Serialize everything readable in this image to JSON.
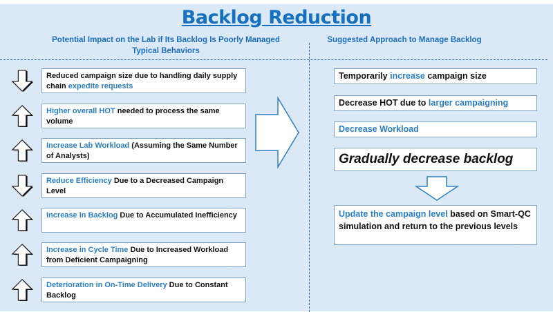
{
  "title": "Backlog Reduction",
  "left_header": {
    "line1": "Potential Impact on the Lab if Its Backlog Is Poorly Managed",
    "line2": "Typical Behaviors"
  },
  "right_header": "Suggested Approach to Manage Backlog",
  "impacts": [
    {
      "direction": "down",
      "pre": "",
      "hl": "",
      "post": "Reduced campaign size due to handling daily supply chain ",
      "hl2": "expedite requests"
    },
    {
      "direction": "up",
      "hl": "Higher overall HOT",
      "post": " needed to process the same volume"
    },
    {
      "direction": "up",
      "hl": "Increase Lab Workload",
      "post": " (Assuming the Same Number of Analysts)"
    },
    {
      "direction": "down",
      "hl": "Reduce Efficiency",
      "post": " Due to a Decreased Campaign Level"
    },
    {
      "direction": "up",
      "hl": "Increase in Backlog",
      "post": " Due to Accumulated Inefficiency"
    },
    {
      "direction": "up",
      "hl": "Increase in Cycle Time",
      "post": " Due to Increased Workload from Deficient Campaigning"
    },
    {
      "direction": "up",
      "hl": "Deterioration in On-Time Delivery",
      "post": " Due to Constant Backlog"
    }
  ],
  "approach": {
    "a1_pre": "Temporarily ",
    "a1_hl": "increase",
    "a1_post": " campaign size",
    "a2_pre": "Decrease HOT due to ",
    "a2_hl": "larger campaigning",
    "a3": "Decrease Workload",
    "a4": "Gradually decrease backlog",
    "a5_hl": "Update the campaign level",
    "a5_post": " based on Smart-QC simulation and return to the previous levels"
  },
  "colors": {
    "accent": "#2a7fc7",
    "background": "#dbe8f6"
  }
}
